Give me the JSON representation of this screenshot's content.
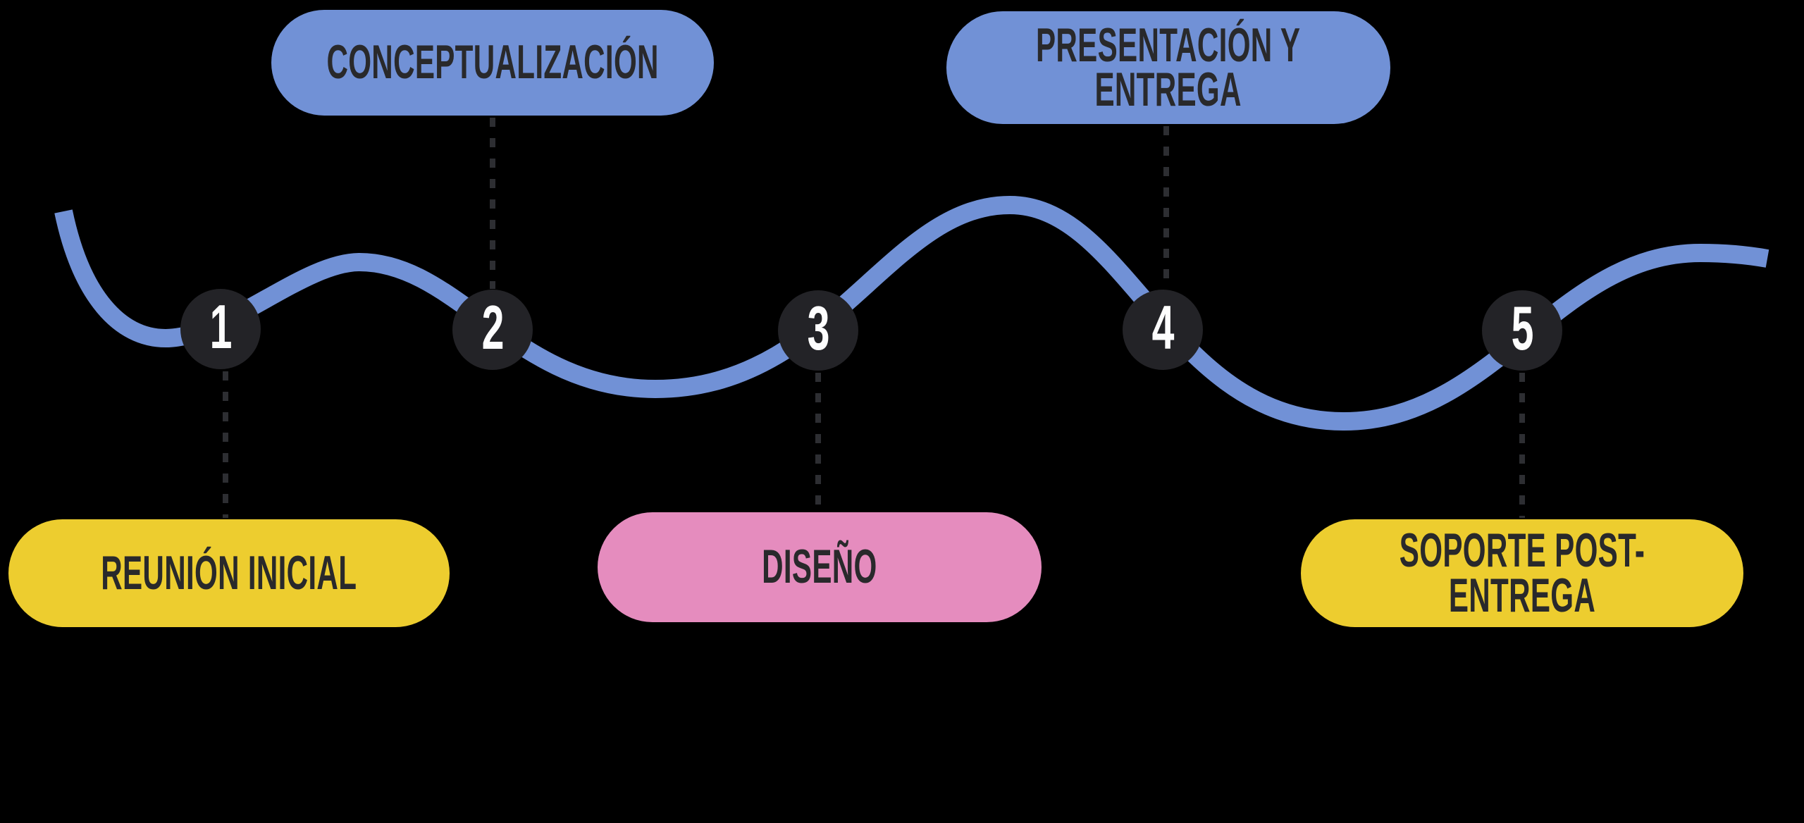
{
  "diagram_type": "process-timeline",
  "colors": {
    "background": "#000000",
    "wave_blue": "#7191d6",
    "pill_blue": "#7191d6",
    "pill_yellow": "#edcd2f",
    "pill_pink": "#e58cbe",
    "circle_dark": "#232327",
    "number_white": "#fdfdfd",
    "label_text_dark": "#29292b",
    "connector_dash_gray": "#2d2e32"
  },
  "steps": [
    {
      "number": "1",
      "label": "REUNIÓN INICIAL",
      "label_position": "below",
      "pill_color": "yellow"
    },
    {
      "number": "2",
      "label": "CONCEPTUALIZACIÓN",
      "label_position": "above",
      "pill_color": "blue"
    },
    {
      "number": "3",
      "label": "DISEÑO",
      "label_position": "below",
      "pill_color": "pink"
    },
    {
      "number": "4",
      "label": "PRESENTACIÓN Y\nENTREGA",
      "label_position": "above",
      "pill_color": "blue"
    },
    {
      "number": "5",
      "label": "SOPORTE POST-ENTREGA",
      "label_position": "below",
      "pill_color": "yellow"
    }
  ]
}
